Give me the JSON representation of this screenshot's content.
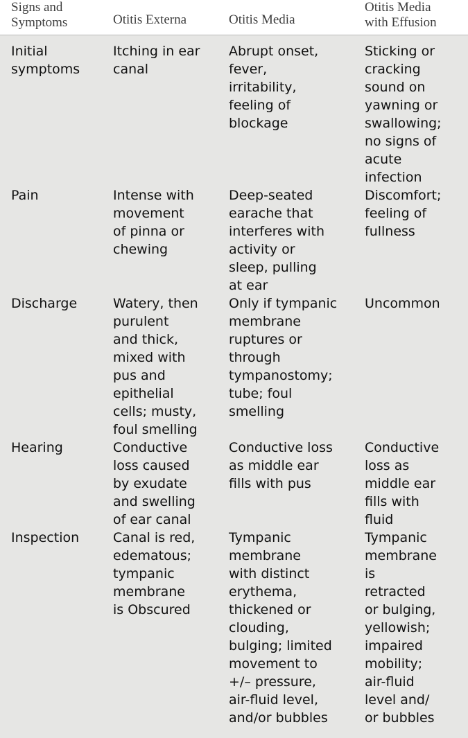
{
  "table": {
    "headers": [
      "Signs and\nSymptoms",
      "Otitis Externa",
      "Otitis Media",
      "Otitis Media\nwith Effusion"
    ],
    "rows": [
      {
        "sign": "Initial\n    symptoms",
        "externa": "Itching in ear\n    canal",
        "media": "Abrupt onset,\n    fever,\n    irritability,\n    feeling of\n    blockage",
        "effusion": "Sticking or\n    cracking\n    sound on\n    yawning or\n    swallowing;\n    no signs of\n    acute\n    infection"
      },
      {
        "sign": "Pain",
        "externa": "Intense with\n    movement\n    of pinna or\n    chewing",
        "media": "Deep-seated\n    earache that\n    interferes with\n    activity or\n    sleep, pulling\n    at ear",
        "effusion": "Discomfort;\n    feeling of\n    fullness"
      },
      {
        "sign": "Discharge",
        "externa": "Watery, then\n    purulent\n    and thick,\n    mixed with\n    pus and\n    epithelial\n    cells; musty,\n    foul smelling",
        "media": "Only if tympanic\n    membrane\n    ruptures or\n    through\n    tympanostomy;\n    tube; foul\n    smelling",
        "effusion": "Uncommon"
      },
      {
        "sign": "Hearing",
        "externa": "Conductive\n    loss caused\n    by exudate\n    and swelling\n    of ear canal",
        "media": "Conductive loss\n    as middle ear\n    fills with pus",
        "effusion": "Conductive\n    loss as\n    middle ear\n    fills with\n    fluid"
      },
      {
        "sign": "Inspection",
        "externa": "Canal is red,\n    edematous;\n    tympanic\n    membrane\n    is Obscured",
        "media": "Tympanic\n    membrane\n    with distinct\n    erythema,\n    thickened or\n    clouding,\n    bulging; limited\n    movement to\n    +/– pressure,\n    air-fluid level,\n    and/or bubbles",
        "effusion": "Tympanic\n    membrane\n    is\n    retracted\n    or bulging,\n    yellowish;\n    impaired\n    mobility;\n    air-fluid\n    level and/\n    or bubbles"
      }
    ]
  }
}
